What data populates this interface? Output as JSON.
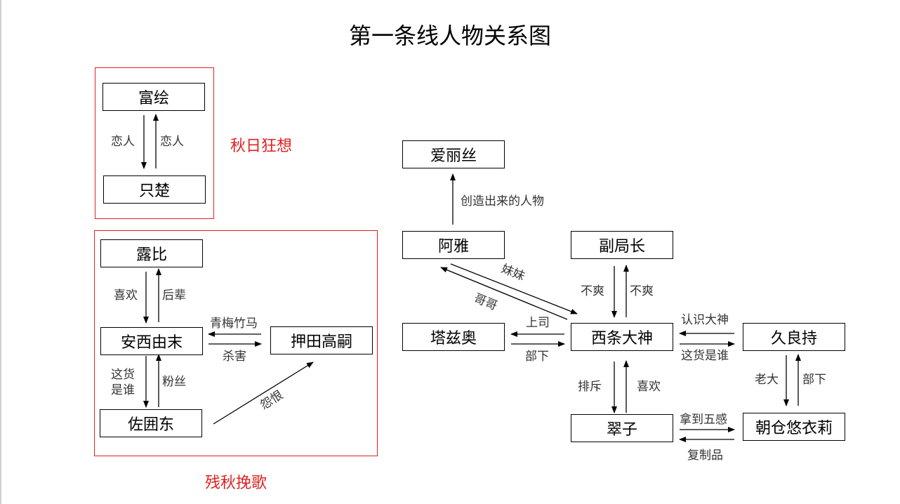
{
  "title": "第一条线人物关系图",
  "groups": {
    "autumn_fantasy": "秋日狂想",
    "remnant_autumn": "残秋挽歌"
  },
  "nodes": {
    "fuhui": "富绘",
    "zhichu": "只楚",
    "lubi": "露比",
    "anxiyoumo": "安西由末",
    "yatiangaosi": "押田高嗣",
    "zuoweidong": "佐囲东",
    "ailisi": "爱丽丝",
    "aya": "阿雅",
    "fujuzhang": "副局长",
    "tazi_ao": "塔兹奥",
    "xitiaodashen": "西条大神",
    "jiuliangchi": "久良持",
    "cuizi": "翠子",
    "chaocang": "朝仓悠衣莉"
  },
  "relations": {
    "fuhui_zhichu": "恋人",
    "zhichu_fuhui": "恋人",
    "lubi_anxi": "喜欢",
    "anxi_lubi": "后辈",
    "yatian_anxi": "青梅竹马",
    "anxi_yatian": "杀害",
    "anxi_zuowei": "这货是谁",
    "zuowei_anxi": "粉丝",
    "zuowei_yatian": "怨恨",
    "aya_ailisi": "创造出来的人物",
    "aya_xitiao": "妹妹",
    "xitiao_aya": "哥哥",
    "fuju_xitiao": "不爽",
    "xitiao_fuju": "不爽",
    "xitiao_tazi": "上司",
    "tazi_xitiao": "部下",
    "jiuliang_xitiao": "认识大神",
    "xitiao_jiuliang": "这货是谁",
    "jiuliang_chaocang": "老大",
    "chaocang_jiuliang": "部下",
    "xitiao_cuizi": "排斥",
    "cuizi_xitiao": "喜欢",
    "cuizi_chaocang": "拿到五感",
    "chaocang_cuizi": "复制品"
  },
  "colors": {
    "frame": "#e02020",
    "line": "#000000"
  }
}
